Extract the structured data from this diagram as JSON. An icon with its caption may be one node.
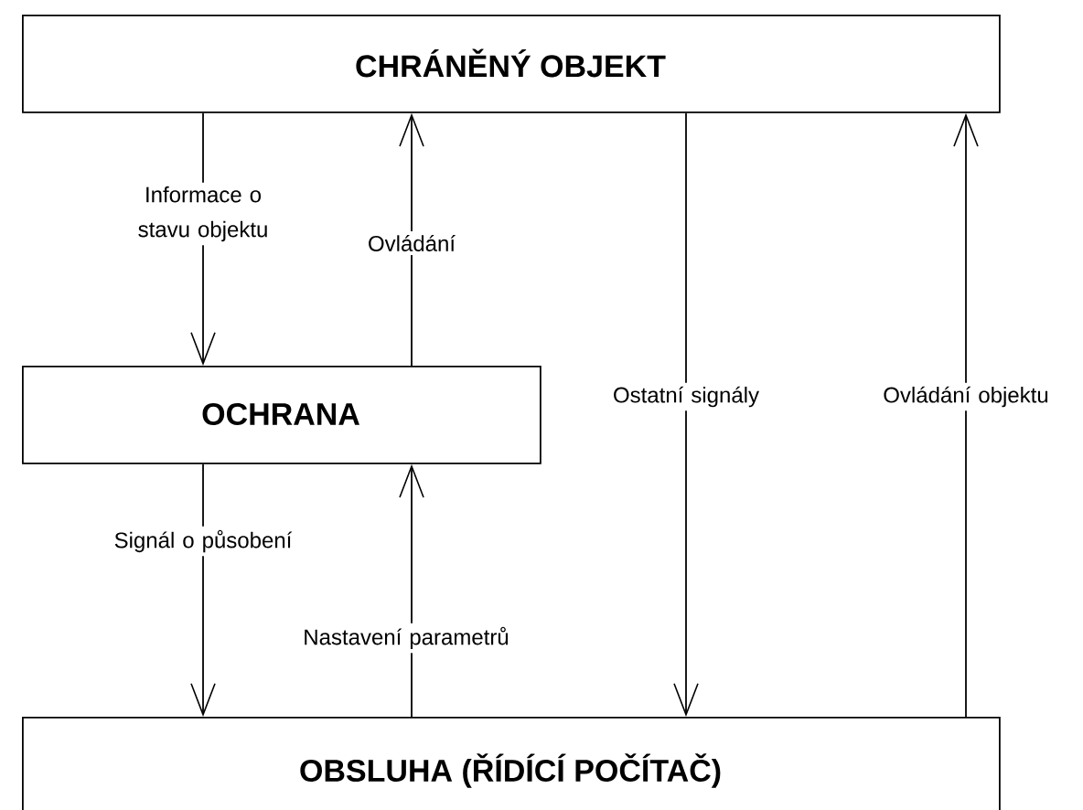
{
  "diagram": {
    "nodes": [
      {
        "text": [
          "CHRÁNĚNÝ OBJEKT"
        ]
      },
      {
        "text": [
          "OCHRANA"
        ]
      },
      {
        "text": [
          "OBSLUHA (ŘÍDÍCÍ POČÍTAČ)"
        ]
      }
    ],
    "edges": [
      {
        "from": 0,
        "to": 1,
        "arrow": "to",
        "label": "Informace o stavu objektu"
      },
      {
        "from": 1,
        "to": 0,
        "arrow": "to",
        "label": "Ovládání"
      },
      {
        "from": 1,
        "to": 2,
        "arrow": "to",
        "label": "Signál o působení"
      },
      {
        "from": 2,
        "to": 1,
        "arrow": "to",
        "label": "Nastavení parametrů"
      },
      {
        "from": 0,
        "to": 2,
        "arrow": "to",
        "label": "Ostatní signály"
      },
      {
        "from": 2,
        "to": 0,
        "arrow": "to",
        "label": "Ovládání objektu"
      }
    ]
  }
}
